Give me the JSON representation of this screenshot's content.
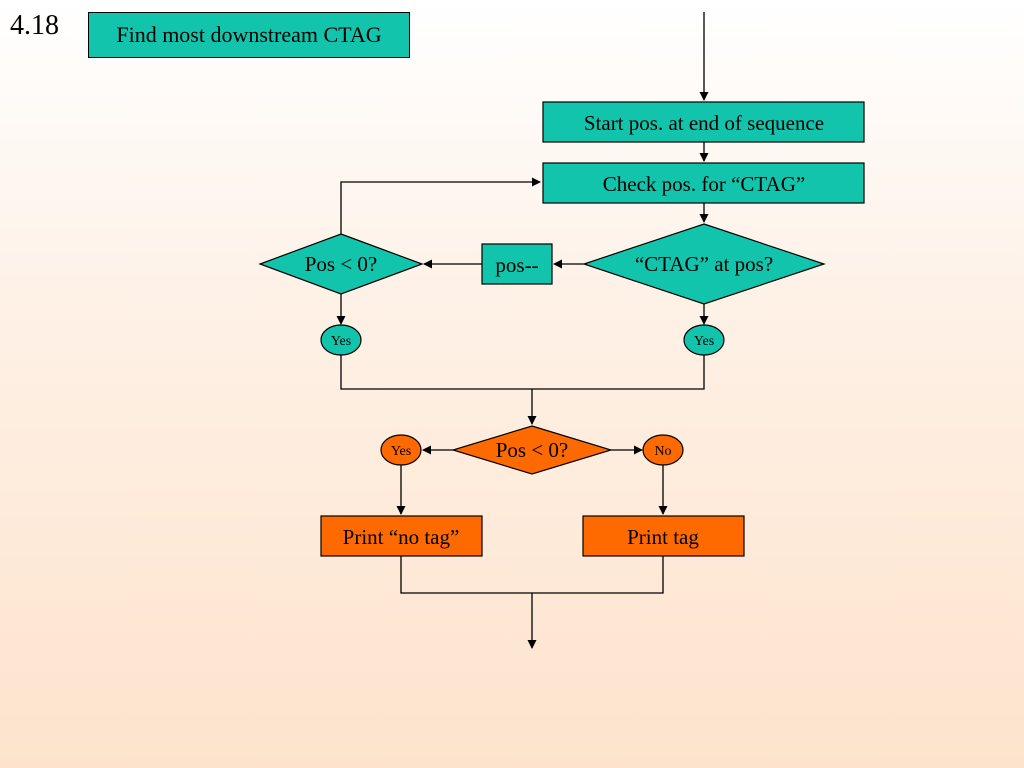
{
  "slide": {
    "number": "4.18",
    "title": "Find most downstream CTAG"
  },
  "colors": {
    "teal": "#13c4ac",
    "orange": "#ff6a00",
    "line": "#000000"
  },
  "nodes": {
    "start": "Start pos. at end of sequence",
    "check": "Check pos. for “CTAG”",
    "ctag_at_pos": "“CTAG” at pos?",
    "decrement": "pos--",
    "pos_check_top": "Pos < 0?",
    "yes_left": "Yes",
    "yes_right": "Yes",
    "pos_check_final": "Pos < 0?",
    "yes_final": "Yes",
    "no_final": "No",
    "print_no_tag": "Print “no tag”",
    "print_tag": "Print tag"
  }
}
